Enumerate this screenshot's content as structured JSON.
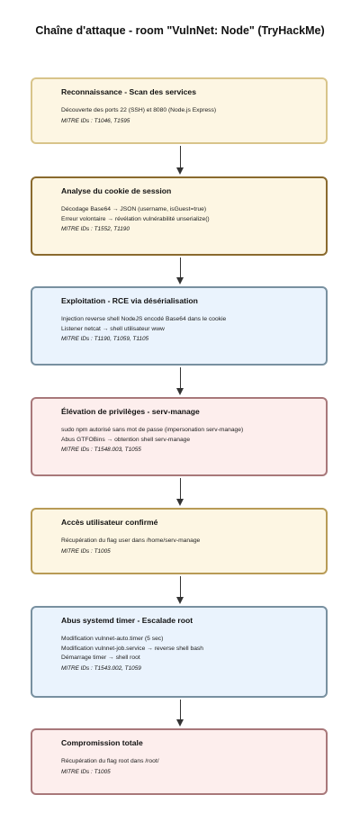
{
  "title": "Chaîne d'attaque - room \"VulnNet: Node\" (TryHackMe)",
  "steps": [
    {
      "title": "Reconnaissance - Scan des services",
      "lines": [
        "Découverte des ports 22 (SSH) et 8080 (Node.js Express)"
      ],
      "mitre": "MITRE IDs : T1046, T1595",
      "fill": "#fdf6e3",
      "border": "#d8c48a"
    },
    {
      "title": "Analyse du cookie de session",
      "lines": [
        "Décodage Base64 → JSON (username, isGuest=true)",
        "Erreur volontaire → révélation vulnérabilité unserialize()"
      ],
      "mitre": "MITRE IDs : T1552, T1190",
      "fill": "#fdf6e3",
      "border": "#8a6a2e"
    },
    {
      "title": "Exploitation - RCE via désérialisation",
      "lines": [
        "Injection reverse shell NodeJS encodé Base64 dans le cookie",
        "Listener netcat → shell utilisateur www"
      ],
      "mitre": "MITRE IDs : T1190, T1059, T1105",
      "fill": "#eaf3fd",
      "border": "#7890a0"
    },
    {
      "title": "Élévation de privilèges - serv-manage",
      "lines": [
        "sudo npm autorisé sans mot de passe (impersonation serv-manage)",
        "Abus GTFOBins → obtention shell serv-manage"
      ],
      "mitre": "MITRE IDs : T1548.003, T1055",
      "fill": "#fdeeed",
      "border": "#a8787a"
    },
    {
      "title": "Accès utilisateur confirmé",
      "lines": [
        "Récupération du flag user dans /home/serv-manage"
      ],
      "mitre": "MITRE IDs : T1005",
      "fill": "#fdf6e3",
      "border": "#b89b56"
    },
    {
      "title": "Abus systemd timer - Escalade root",
      "lines": [
        "Modification vulnnet-auto.timer (5 sec)",
        "Modification vulnnet-job.service → reverse shell bash",
        "Démarrage timer → shell root"
      ],
      "mitre": "MITRE IDs : T1543.002, T1059",
      "fill": "#eaf3fd",
      "border": "#7890a0"
    },
    {
      "title": "Compromission totale",
      "lines": [
        "Récupération du flag root dans /root/"
      ],
      "mitre": "MITRE IDs : T1005",
      "fill": "#fdeeed",
      "border": "#a8787a"
    }
  ]
}
